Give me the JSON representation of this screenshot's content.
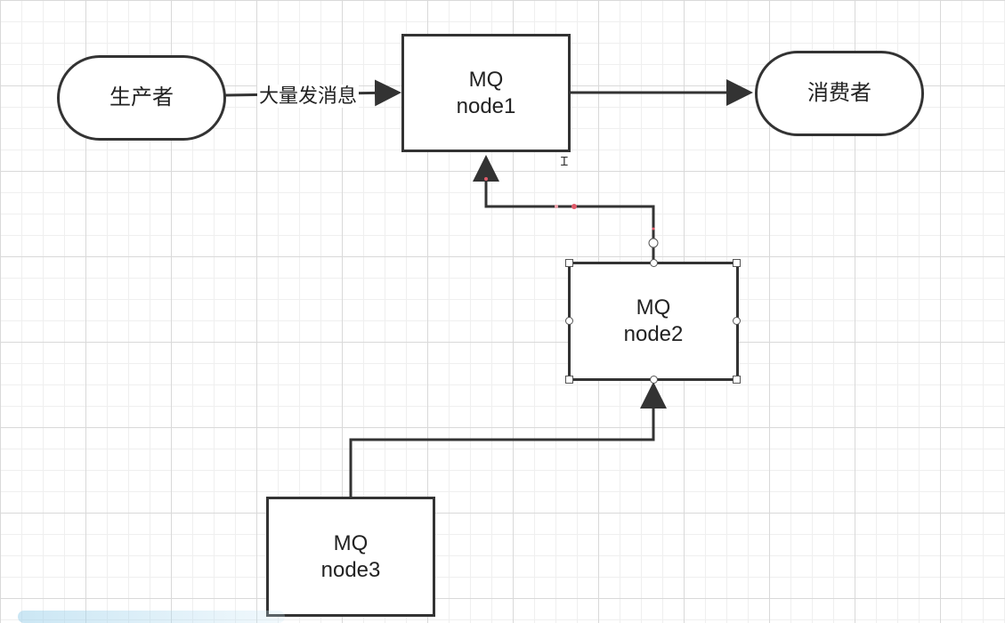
{
  "diagram": {
    "nodes": {
      "producer": {
        "label": "生产者"
      },
      "consumer": {
        "label": "消费者"
      },
      "node1": {
        "line1": "MQ",
        "line2": "node1"
      },
      "node2": {
        "line1": "MQ",
        "line2": "node2"
      },
      "node3": {
        "line1": "MQ",
        "line2": "node3"
      }
    },
    "edges": {
      "producer_to_node1": {
        "label": "大量发消息"
      }
    },
    "colors": {
      "stroke": "#333333",
      "text": "#222222",
      "grid": "#d9d9d9",
      "selection_dot": "#e05a6a"
    },
    "selected_node": "node2",
    "cursor_icon": "text-cursor-icon"
  }
}
